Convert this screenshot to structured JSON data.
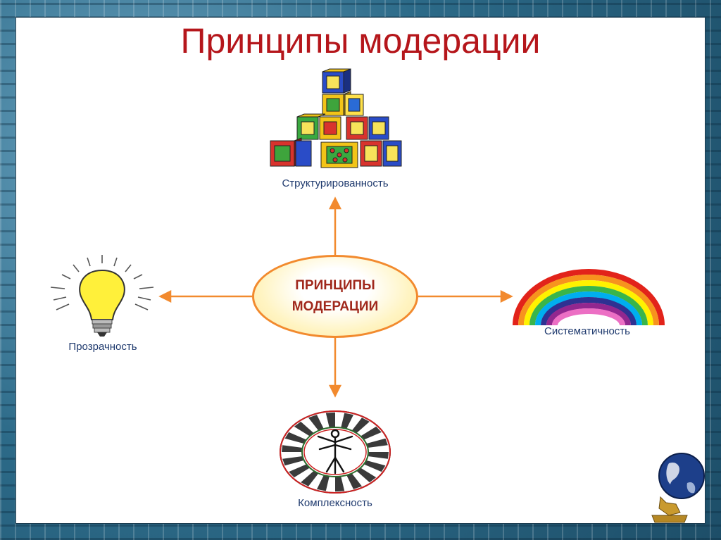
{
  "title": "Принципы модерации",
  "center": {
    "line1": "ПРИНЦИПЫ",
    "line2": "МОДЕРАЦИИ"
  },
  "nodes": {
    "top": "Структурированность",
    "left": "Прозрачность",
    "right": "Систематичность",
    "bottom": "Комплексность"
  },
  "colors": {
    "title": "#b5161b",
    "arrows": "#f28a2e",
    "center_text": "#a0281c",
    "labels": "#1f3a6e"
  }
}
